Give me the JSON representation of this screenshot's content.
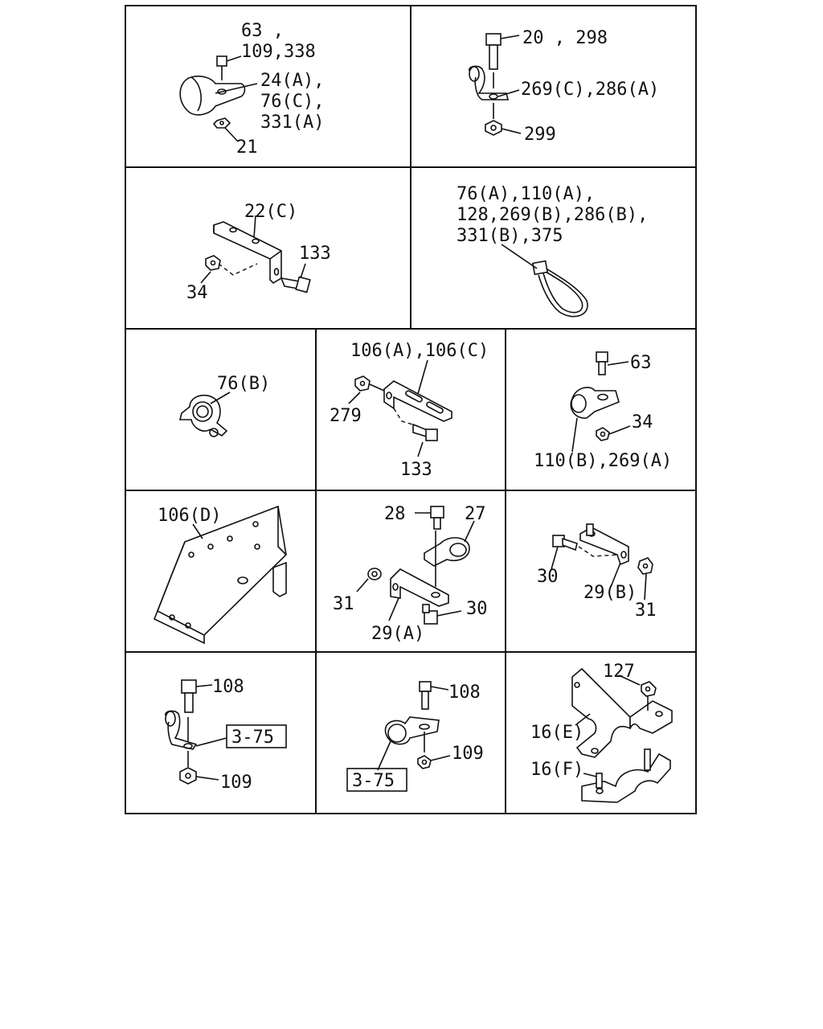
{
  "cells": [
    {
      "id": "c1",
      "labels": [
        "63 ,",
        "109,338",
        "24(A),",
        "76(C),",
        "331(A)",
        "21"
      ]
    },
    {
      "id": "c2",
      "labels": [
        "20 , 298",
        "269(C),286(A)",
        "299"
      ]
    },
    {
      "id": "c3",
      "labels": [
        "22(C)",
        "133",
        "34"
      ]
    },
    {
      "id": "c4",
      "labels": [
        "76(A),110(A),",
        "128,269(B),286(B),",
        "331(B),375"
      ]
    },
    {
      "id": "c5",
      "labels": [
        "76(B)"
      ]
    },
    {
      "id": "c6",
      "labels": [
        "106(A),106(C)",
        "279",
        "133"
      ]
    },
    {
      "id": "c7",
      "labels": [
        "63",
        "34",
        "110(B),269(A)"
      ]
    },
    {
      "id": "c8",
      "labels": [
        "106(D)"
      ]
    },
    {
      "id": "c9",
      "labels": [
        "28",
        "27",
        "31",
        "30",
        "29(A)"
      ]
    },
    {
      "id": "c10",
      "labels": [
        "30",
        "29(B)",
        "31"
      ]
    },
    {
      "id": "c11",
      "labels": [
        "108",
        "3-75",
        "109"
      ]
    },
    {
      "id": "c12",
      "labels": [
        "108",
        "109",
        "3-75"
      ]
    },
    {
      "id": "c13",
      "labels": [
        "127",
        "16(E)",
        "16(F)"
      ]
    }
  ]
}
